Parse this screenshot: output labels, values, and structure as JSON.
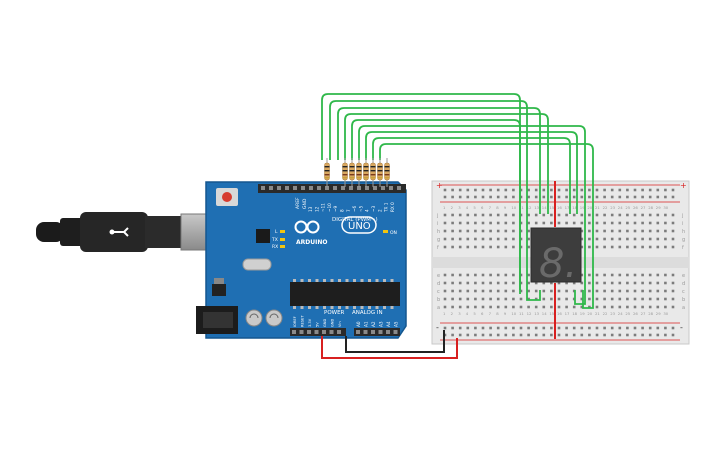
{
  "canvas": {
    "background": "#ffffff"
  },
  "arduino": {
    "brand": "ARDUINO",
    "model": "UNO",
    "digital_label": "DIGITAL (PWM~)",
    "power_label": "POWER",
    "analog_label": "ANALOG IN",
    "on_label": "ON",
    "aref_label": "AREF",
    "gnd_label": "GND",
    "digital_pins": [
      "13",
      "12",
      "~11",
      "~10",
      "~9",
      "8",
      "7",
      "~6",
      "~5",
      "4",
      "~3",
      "2",
      "TX 1",
      "RX 0"
    ],
    "power_pins": [
      "IOREF",
      "RESET",
      "3.3V",
      "5V",
      "GND",
      "GND",
      "Vin"
    ],
    "analog_pins": [
      "A0",
      "A1",
      "A2",
      "A3",
      "A4",
      "A5"
    ],
    "led_labels": [
      "L",
      "TX",
      "RX"
    ],
    "board_color": "#1f6fb3"
  },
  "breadboard": {
    "row_letters_top": [
      "j",
      "i",
      "h",
      "g",
      "f"
    ],
    "row_letters_bottom": [
      "e",
      "d",
      "c",
      "b",
      "a"
    ],
    "plus_label": "+",
    "minus_label": "-",
    "column_numbers": [
      "1",
      "2",
      "3",
      "4",
      "5",
      "6",
      "7",
      "8",
      "9",
      "10",
      "11",
      "12",
      "13",
      "14",
      "15",
      "16",
      "17",
      "18",
      "19",
      "20",
      "21",
      "22",
      "23",
      "24",
      "25",
      "26",
      "27",
      "28",
      "29",
      "30"
    ]
  },
  "display": {
    "digit": "8."
  },
  "wires": {
    "signal_color": "#2fb84a",
    "power_color": "#d82020",
    "ground_color": "#222222"
  }
}
